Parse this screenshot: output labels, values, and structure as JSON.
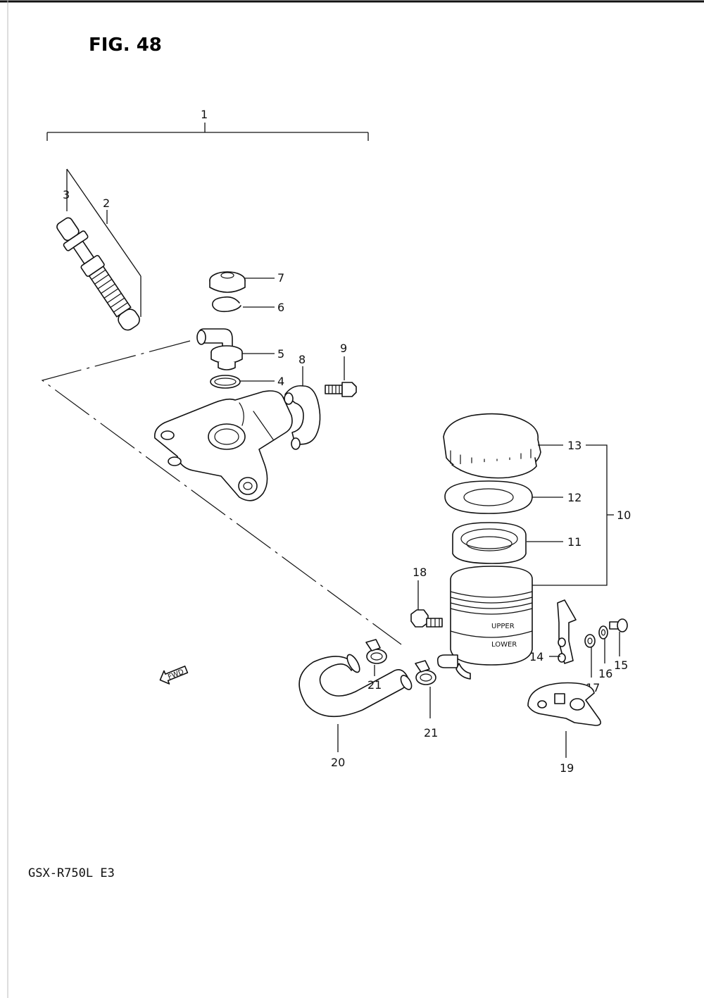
{
  "figure": {
    "title": "FIG. 48",
    "model": "GSX-R750L  E3",
    "fwd_mark": "FWD",
    "reservoir_marks": {
      "upper": "UPPER",
      "lower": "LOWER"
    }
  },
  "callouts": {
    "c1": "1",
    "c2": "2",
    "c3": "3",
    "c4": "4",
    "c5": "5",
    "c6": "6",
    "c7": "7",
    "c8": "8",
    "c9": "9",
    "c10": "10",
    "c11": "11",
    "c12": "12",
    "c13": "13",
    "c14": "14",
    "c15": "15",
    "c16": "16",
    "c17": "17",
    "c18": "18",
    "c19": "19",
    "c20": "20",
    "c21a": "21",
    "c21b": "21"
  }
}
